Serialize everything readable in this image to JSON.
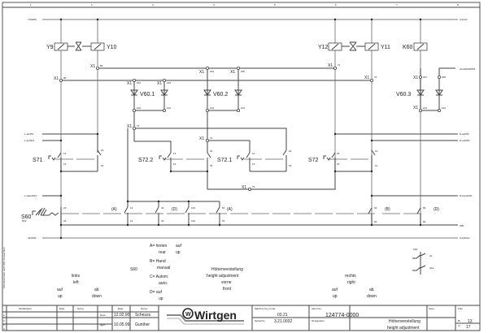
{
  "columns": [
    "1",
    "2",
    "3",
    "4",
    "5",
    "6",
    "7",
    "8"
  ],
  "side_note": "Schutzvermerk nach DIN 34 beachten",
  "buses": {
    "top_left": "TS/W26",
    "top_right": "(11)/A1",
    "bottom_left": "31/W26",
    "bottom_right": "(11)W/A1",
    "row58": "(58)",
    "alle": "ALLE5A6P/D5"
  },
  "refs": {
    "l_ab": "L-ab/W1",
    "l_auf": "L-auf/W1",
    "l_hand": "L-Hand/W1",
    "r_ab": "R-ab/W1",
    "r_auf": "R-auf/W1",
    "r_hand": "R-Hand/W1"
  },
  "components": {
    "y9": "Y9",
    "y10": "Y10",
    "y12": "Y12",
    "y11": "Y11",
    "k60": "K60",
    "v601": "V60.1",
    "v602": "V60.2",
    "v603": "V60.3",
    "s71": "S71",
    "s722": "S72.2",
    "s721": "S72.1",
    "s72": "S72",
    "s60": "S60",
    "s60sub": "N02"
  },
  "terminals": {
    "x1": "X1",
    "t86": "86",
    "t85": "85",
    "t202": "202",
    "t203": "203",
    "t204": "204",
    "t205": "205",
    "t71": "71",
    "t70": "70",
    "t207": "207",
    "t206": "206",
    "t73": "73",
    "t74": "74",
    "t75": "75",
    "b102": "102",
    "b103": "103",
    "b104": "104"
  },
  "contacts": {
    "c13": "13",
    "c14": "14",
    "c23": "23",
    "c24": "24",
    "c43": "43",
    "c44": "44",
    "c163": "163",
    "c164": "164",
    "c53": "53",
    "c54": "54",
    "c63": "63",
    "c64": "64",
    "c83": "83",
    "c84": "84"
  },
  "positions": {
    "a": "(A)",
    "b": "(B)",
    "d": "(D)"
  },
  "legend": {
    "s60": "S60",
    "a": "A= hinten",
    "a2": "rear",
    "a3": "auf",
    "a4": "up",
    "b": "B= Hand",
    "b2": "manual",
    "c": "C= Autom.",
    "c2": "auto.",
    "d": "D= auf",
    "d2": "up",
    "center1": "Höhenverstellung",
    "center2": "height adjustment",
    "center3": "vorne",
    "center4": "front",
    "left1": "links",
    "left2": "left",
    "left_up1": "auf",
    "left_up2": "up",
    "left_down1": "ab",
    "left_down2": "down",
    "right1": "rechts",
    "right2": "right",
    "right_up1": "auf",
    "right_up2": "up",
    "right_down1": "ab",
    "right_down2": "down",
    "relay_k": "K60",
    "relay_a": "A1",
    "relay_b": "A1a"
  },
  "title_block": {
    "mod_header": "Modification",
    "date_header": "Date",
    "name_header": "Name",
    "rows": [
      "a",
      "b",
      "c",
      "d"
    ],
    "date_col": "Date",
    "name_col": "Name",
    "drawn_label": "Drwn.",
    "drawn_date": "12.02.90",
    "drawn_name": "Scheuss",
    "checked_label": "gepr.",
    "checked_date": "10.05.99",
    "checked_name": "Gunther",
    "brand": "Wirtgen",
    "machine_key_label": "Machine Key Code",
    "machine_key": "03.21",
    "serial_label": "Serial-No.",
    "serial": "3.21.0032",
    "ident_label": "Ident-No.",
    "ident": "124774-0000",
    "designation_label": "Designation",
    "designation_de": "Höhenverstellung",
    "designation_en": "height adjustment",
    "spec_label": "Spec.",
    "plan_label": "Plan",
    "sheet_label": "Bl.",
    "sheet": "13",
    "of_label": "of",
    "sheets": "17"
  }
}
